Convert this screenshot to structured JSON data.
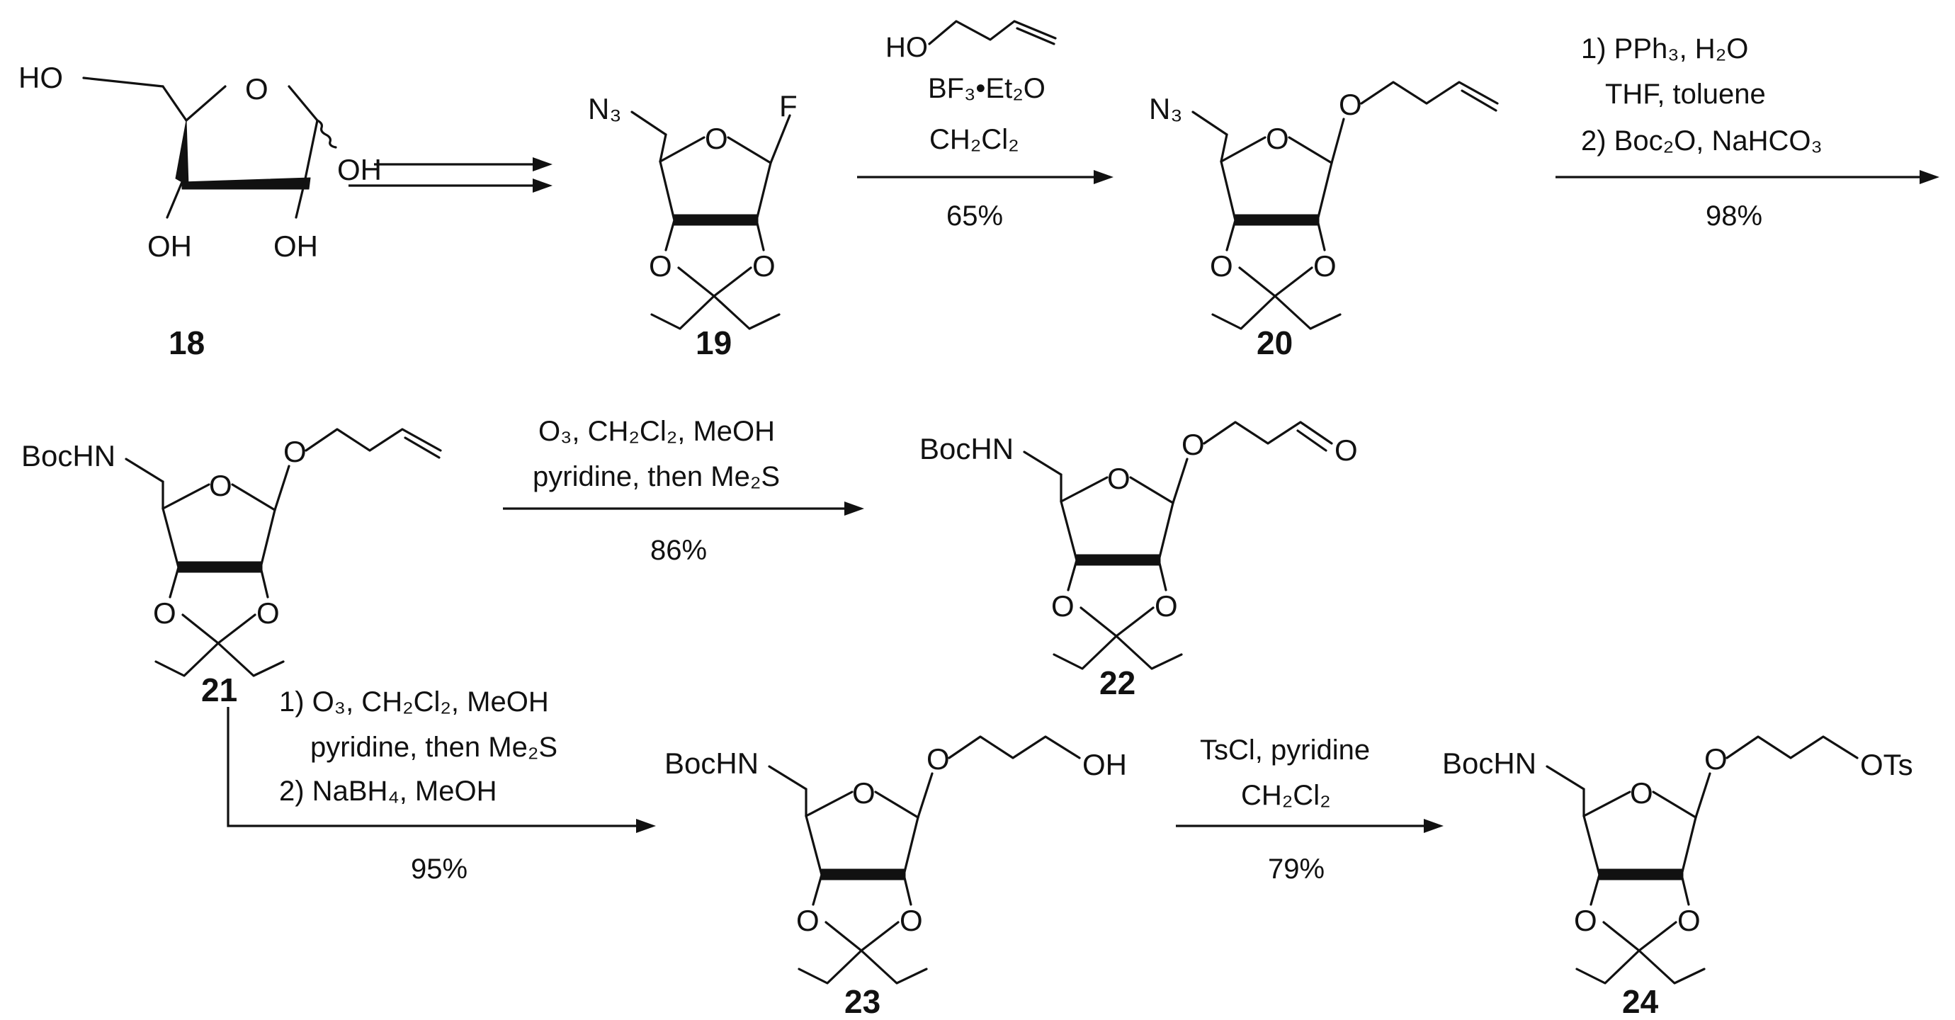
{
  "compounds": [
    {
      "id": "c18",
      "number": "18",
      "left_group": "HO",
      "anomeric": "OH",
      "ring_O": "O",
      "OH3": "OH",
      "OH2": "OH"
    },
    {
      "id": "c19",
      "number": "19",
      "left_group": "N₃",
      "anomeric": "F",
      "ring_O": "O",
      "O3": "O",
      "O2": "O"
    },
    {
      "id": "c20",
      "number": "20",
      "left_group": "N₃",
      "anomeric": "O",
      "ring_O": "O",
      "O3": "O",
      "O2": "O"
    },
    {
      "id": "c21",
      "number": "21",
      "left_group": "BocHN",
      "anomeric": "O",
      "ring_O": "O",
      "O3": "O",
      "O2": "O"
    },
    {
      "id": "c22",
      "number": "22",
      "left_group": "BocHN",
      "anomeric": "O",
      "ring_O": "O",
      "O3": "O",
      "O2": "O",
      "chain_end": "O"
    },
    {
      "id": "c23",
      "number": "23",
      "left_group": "BocHN",
      "anomeric": "O",
      "ring_O": "O",
      "O3": "O",
      "O2": "O",
      "chain_end": "OH"
    },
    {
      "id": "c24",
      "number": "24",
      "left_group": "BocHN",
      "anomeric": "O",
      "ring_O": "O",
      "O3": "O",
      "O2": "O",
      "chain_end": "OTs"
    }
  ],
  "reagents": {
    "r2": {
      "alcohol": "HO",
      "line1": "BF₃•Et₂O",
      "line2": "CH₂Cl₂",
      "yield": "65%"
    },
    "r3": {
      "line1": "1) PPh₃, H₂O",
      "line2": "THF, toluene",
      "line3": "2) Boc₂O, NaHCO₃",
      "yield": "98%"
    },
    "r4": {
      "line1": "O₃, CH₂Cl₂, MeOH",
      "line2": "pyridine, then Me₂S",
      "yield": "86%"
    },
    "r5": {
      "line1": "1) O₃, CH₂Cl₂, MeOH",
      "line2": "pyridine, then Me₂S",
      "line3": "2) NaBH₄, MeOH",
      "yield": "95%"
    },
    "r6": {
      "line1": "TsCl, pyridine",
      "line2": "CH₂Cl₂",
      "yield": "79%"
    }
  },
  "colors": {
    "ink": "#111111",
    "background": "#ffffff"
  }
}
